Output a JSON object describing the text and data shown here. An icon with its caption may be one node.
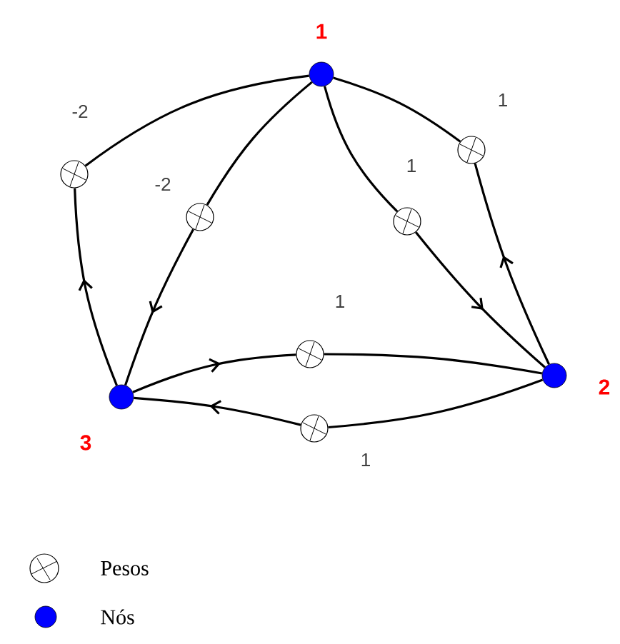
{
  "diagram": {
    "nodes": [
      {
        "text": [],
        "shape": "dot",
        "beside": [
          "1"
        ]
      },
      {
        "text": [],
        "shape": "circle",
        "beside": [
          "1"
        ]
      },
      {
        "text": [],
        "shape": "circle",
        "beside": [
          "-2"
        ]
      },
      {
        "text": [],
        "shape": "circle",
        "beside": [
          "-2"
        ]
      },
      {
        "text": [],
        "shape": "circle",
        "beside": [
          "1"
        ]
      },
      {
        "text": [],
        "shape": "circle",
        "beside": [
          "1"
        ]
      },
      {
        "text": [],
        "shape": "dot",
        "beside": [
          "2"
        ]
      },
      {
        "text": [],
        "shape": "dot",
        "beside": [
          "3"
        ]
      },
      {
        "text": [],
        "shape": "circle",
        "beside": [
          "1"
        ]
      }
    ],
    "edges": [
      {
        "from": 7,
        "to": 2,
        "arrow": "to"
      },
      {
        "from": 2,
        "to": 0,
        "arrow": "none"
      },
      {
        "from": 0,
        "to": 3,
        "arrow": "none"
      },
      {
        "from": 3,
        "to": 7,
        "arrow": "to"
      },
      {
        "from": 0,
        "to": 4,
        "arrow": "none"
      },
      {
        "from": 4,
        "to": 6,
        "arrow": "to"
      },
      {
        "from": 6,
        "to": 1,
        "arrow": "to"
      },
      {
        "from": 1,
        "to": 0,
        "arrow": "none"
      },
      {
        "from": 7,
        "to": 5,
        "arrow": "to"
      },
      {
        "from": 5,
        "to": 6,
        "arrow": "none"
      },
      {
        "from": 6,
        "to": 8,
        "arrow": "none"
      },
      {
        "from": 8,
        "to": 7,
        "arrow": "to"
      }
    ],
    "legend": [
      {
        "text": "Pesos"
      },
      {
        "text": "Nós",
        "color": "#0000ff"
      }
    ]
  }
}
